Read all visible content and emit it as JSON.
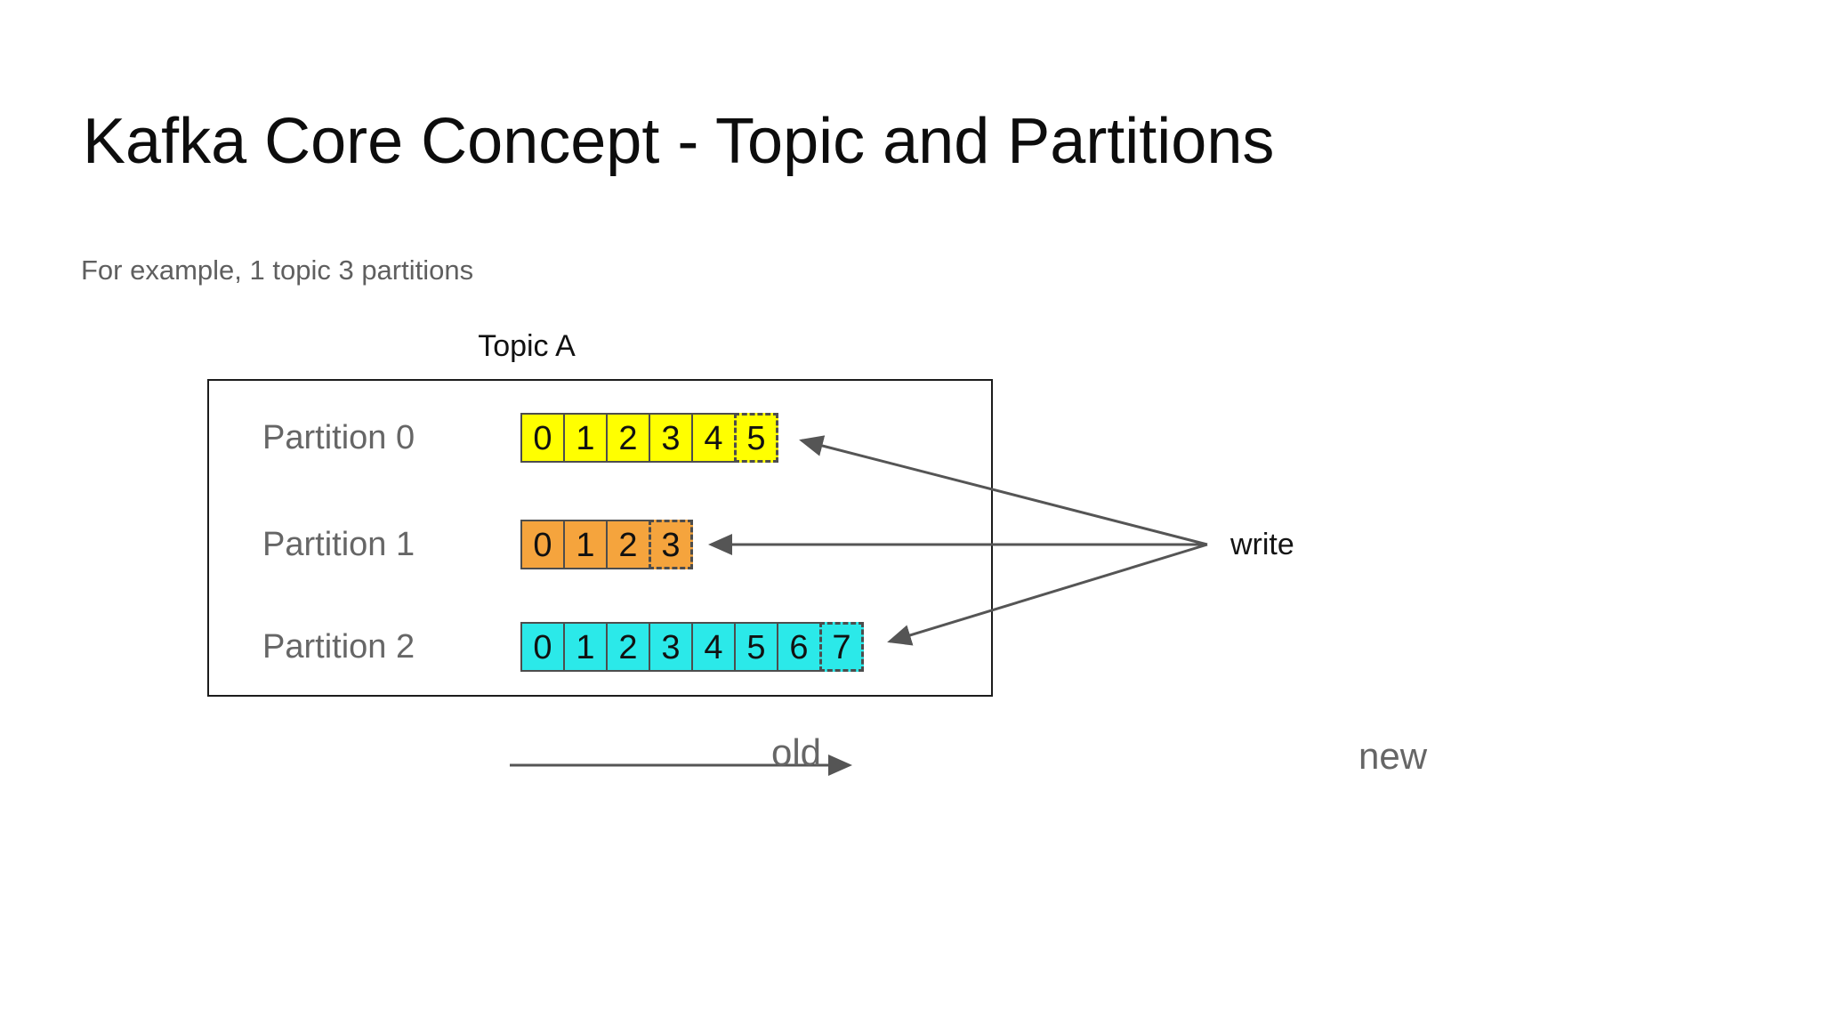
{
  "slide": {
    "title": "Kafka Core Concept - Topic and Partitions",
    "subtitle": "For example, 1 topic 3 partitions",
    "topic_label": "Topic A",
    "write_label": "write",
    "old_label": "old",
    "new_label": "new"
  },
  "partitions": [
    {
      "label": "Partition 0",
      "color": "#FFFF00",
      "cells": [
        "0",
        "1",
        "2",
        "3",
        "4"
      ],
      "next_cell": "5"
    },
    {
      "label": "Partition 1",
      "color": "#F5A43D",
      "cells": [
        "0",
        "1",
        "2"
      ],
      "next_cell": "3"
    },
    {
      "label": "Partition 2",
      "color": "#2BE9E9",
      "cells": [
        "0",
        "1",
        "2",
        "3",
        "4",
        "5",
        "6"
      ],
      "next_cell": "7"
    }
  ],
  "colors": {
    "partition_0_fill": "#FFFF00",
    "partition_1_fill": "#F5A43D",
    "partition_2_fill": "#2BE9E9",
    "cell_border": "#4d4d4d",
    "box_border": "#1c1c1c",
    "arrow": "#555555",
    "muted_text": "#666666",
    "background": "#ffffff"
  }
}
